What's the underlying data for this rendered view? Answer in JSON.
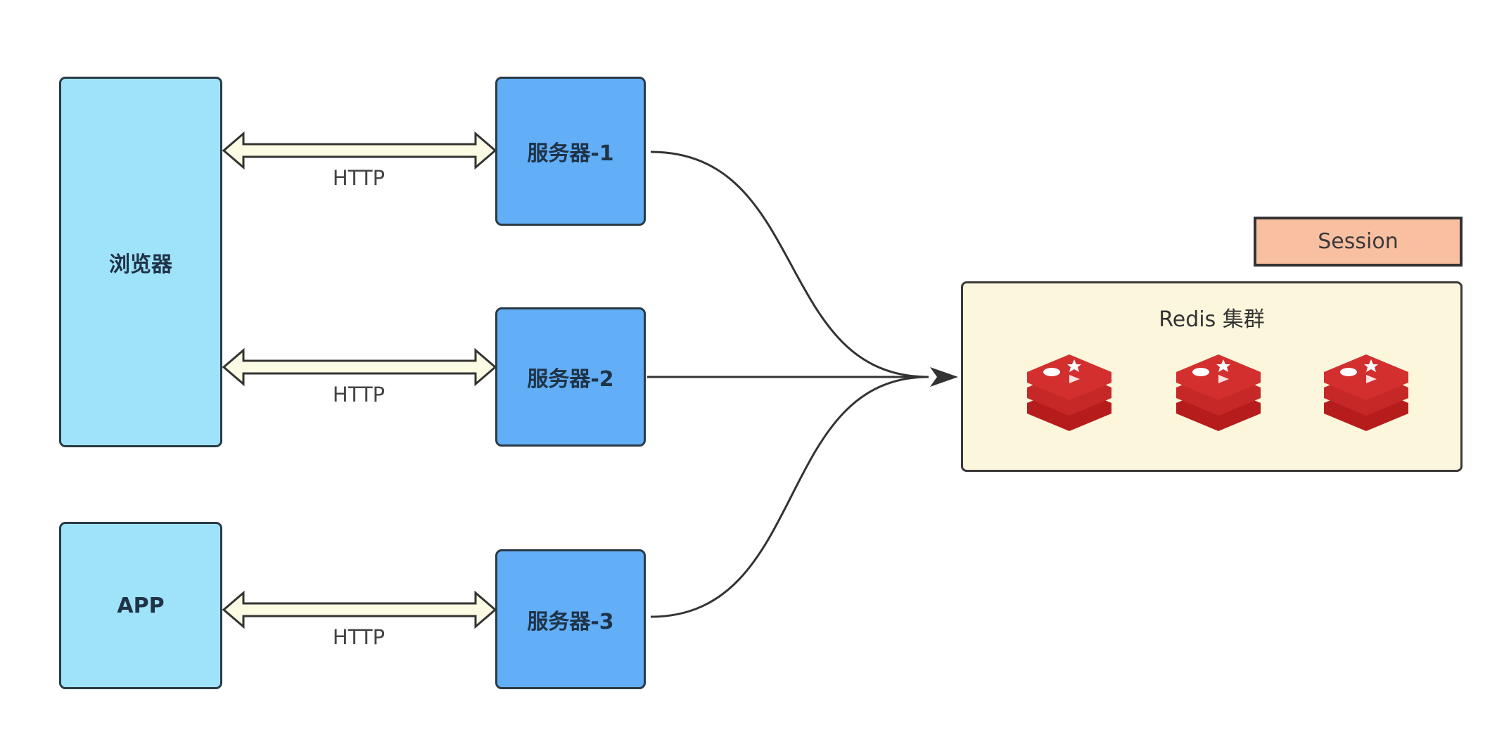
{
  "nodes": {
    "browser": "浏览器",
    "app": "APP",
    "server1": "服务器-1",
    "server2": "服务器-2",
    "server3": "服务器-3",
    "redis_cluster": "Redis 集群",
    "session": "Session"
  },
  "edges": {
    "http1": "HTTP",
    "http2": "HTTP",
    "http3": "HTTP"
  },
  "colors": {
    "client": "#9fe3fb",
    "server": "#62aef7",
    "redis_bg": "#fcf7dc",
    "session": "#f9bfa1",
    "redis_icon": "#d32f2f"
  }
}
